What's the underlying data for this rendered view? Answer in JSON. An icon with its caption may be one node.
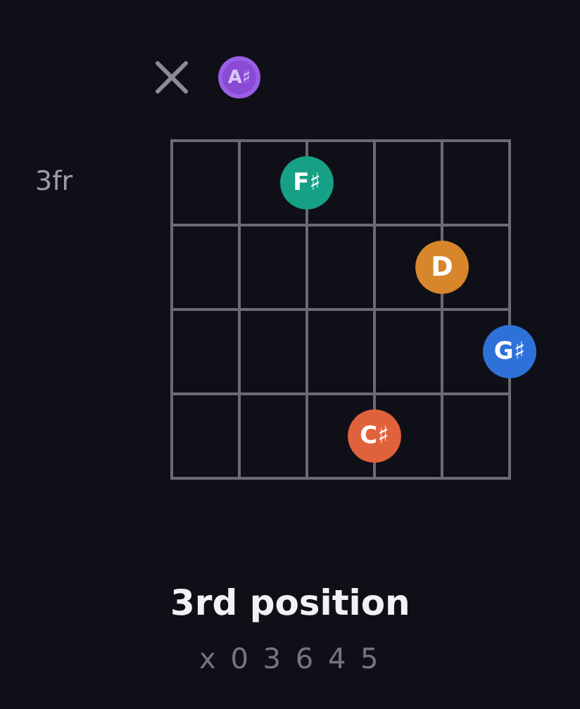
{
  "diagram": {
    "title": "3rd position",
    "nodes": [
      {
        "text": [
          "A♯"
        ]
      },
      {
        "text": [
          "F♯"
        ]
      },
      {
        "text": [
          "D"
        ]
      },
      {
        "text": [
          "G♯"
        ]
      },
      {
        "text": [
          "C♯"
        ]
      }
    ],
    "labels": [
      "3fr",
      "x 0 3 6 4 5"
    ]
  }
}
